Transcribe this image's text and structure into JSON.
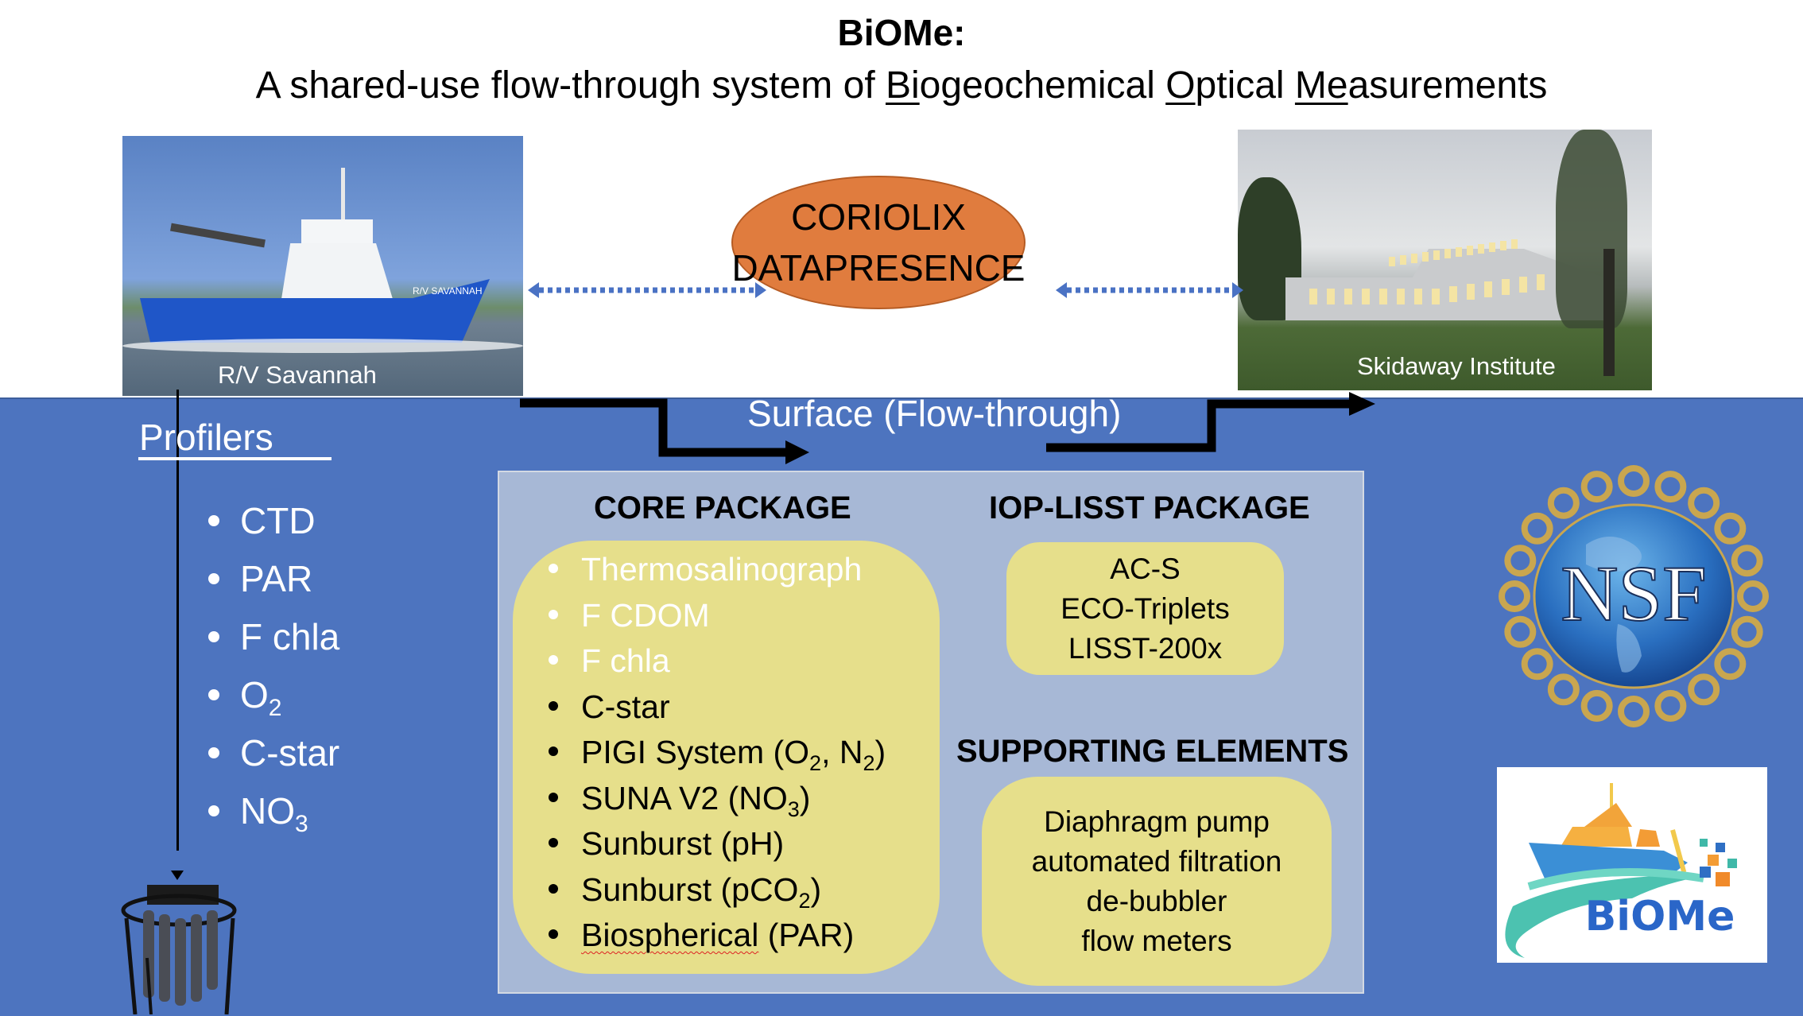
{
  "header": {
    "title": "BiOMe:",
    "subtitle_parts": [
      {
        "text": "A shared-use flow-through system of ",
        "underline": false
      },
      {
        "text": "Bi",
        "underline": true
      },
      {
        "text": "ogeochemical ",
        "underline": false
      },
      {
        "text": "O",
        "underline": true
      },
      {
        "text": "ptical ",
        "underline": false
      },
      {
        "text": "Me",
        "underline": true
      },
      {
        "text": "asurements",
        "underline": false
      }
    ]
  },
  "ship": {
    "caption": "R/V Savannah",
    "hull_name": "R/V SAVANNAH"
  },
  "building": {
    "caption": "Skidaway Institute"
  },
  "coriolix": {
    "line1": "CORIOLIX",
    "line2": "DATAPRESENCE",
    "color": "#e07c3e"
  },
  "profilers": {
    "heading": "Profilers",
    "items": [
      {
        "text": "CTD",
        "sub": ""
      },
      {
        "text": "PAR",
        "sub": ""
      },
      {
        "text": "F chla",
        "sub": ""
      },
      {
        "text": "O",
        "sub": "2"
      },
      {
        "text": "C-star",
        "sub": ""
      },
      {
        "text": "NO",
        "sub": "3"
      }
    ]
  },
  "surface": {
    "label": "Surface (Flow-through)"
  },
  "core_package": {
    "title": "CORE PACKAGE",
    "items": [
      {
        "parts": [
          {
            "t": "Thermosalinograph"
          }
        ],
        "tone": "light"
      },
      {
        "parts": [
          {
            "t": "F CDOM"
          }
        ],
        "tone": "light"
      },
      {
        "parts": [
          {
            "t": "F chla"
          }
        ],
        "tone": "light"
      },
      {
        "parts": [
          {
            "t": "C-star"
          }
        ],
        "tone": "dark"
      },
      {
        "parts": [
          {
            "t": "PIGI System (O"
          },
          {
            "t": "2",
            "sub": true
          },
          {
            "t": ", N"
          },
          {
            "t": "2",
            "sub": true
          },
          {
            "t": ")"
          }
        ],
        "tone": "dark"
      },
      {
        "parts": [
          {
            "t": "SUNA V2 (NO"
          },
          {
            "t": "3",
            "sub": true
          },
          {
            "t": ")"
          }
        ],
        "tone": "dark"
      },
      {
        "parts": [
          {
            "t": "Sunburst (pH)"
          }
        ],
        "tone": "dark"
      },
      {
        "parts": [
          {
            "t": "Sunburst (pCO"
          },
          {
            "t": "2",
            "sub": true
          },
          {
            "t": ")"
          }
        ],
        "tone": "dark"
      },
      {
        "parts": [
          {
            "t": "Biospherical",
            "squiggle": true
          },
          {
            "t": " (PAR)"
          }
        ],
        "tone": "dark"
      }
    ]
  },
  "iop_package": {
    "title": "IOP-LISST PACKAGE",
    "items": [
      "AC-S",
      "ECO-Triplets",
      "LISST-200x"
    ]
  },
  "supporting": {
    "title": "SUPPORTING ELEMENTS",
    "items": [
      "Diaphragm pump",
      "automated filtration",
      "de-bubbler",
      "flow meters"
    ]
  },
  "logos": {
    "nsf_text": "NSF",
    "biome_text": "BiOMe"
  },
  "colors": {
    "background_blue": "#4d74bf",
    "panel": "#a7b8d6",
    "yellow_box": "#e6df8b",
    "arrow_blue": "#4a72c4",
    "nsf_gold": "#c9a64f"
  }
}
